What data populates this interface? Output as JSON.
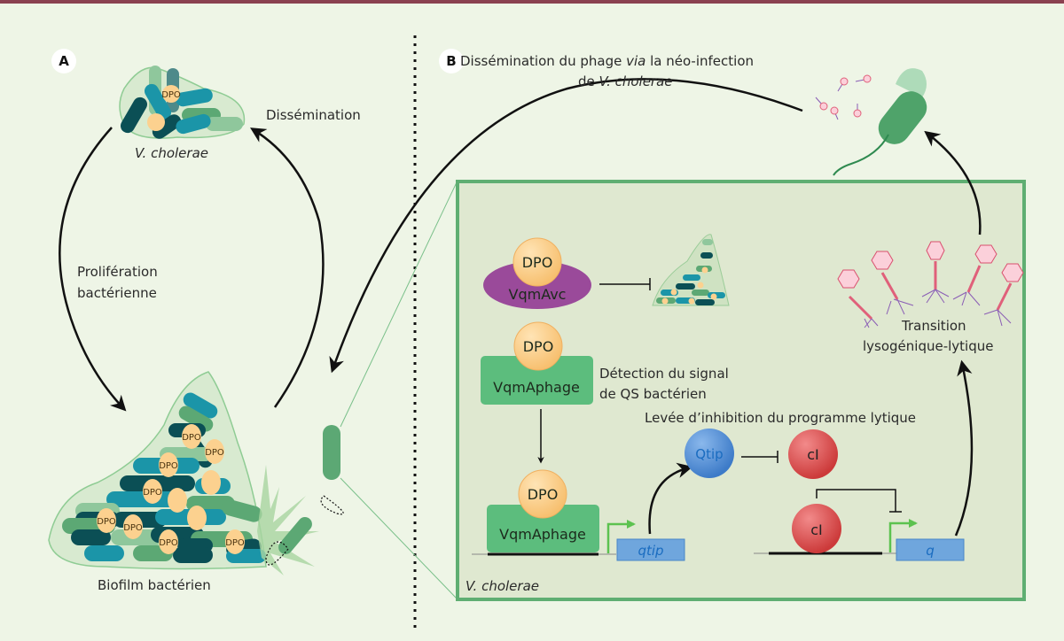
{
  "panel_a": {
    "badge": "A",
    "top_cluster_label": "V. cholerae",
    "dissemination_label": "Dissémination",
    "proliferation_label_line1": "Prolifération",
    "proliferation_label_line2": "bactérienne",
    "biofilm_label": "Biofilm bactérien",
    "dpo_tag": "DPO"
  },
  "panel_b": {
    "badge": "B",
    "title_part1": "Dissémination du phage ",
    "title_italic": "via",
    "title_part2": " la néo-infection",
    "title_line2_prefix": "de ",
    "title_line2_italic": "V. cholerae",
    "inset": {
      "cell_label": "V. cholerae",
      "dpo_label": "DPO",
      "vqmavc_label": "VqmAvc",
      "vqmaphage_label": "VqmAphage",
      "detection_line1": "Détection du signal",
      "detection_line2": "de QS bactérien",
      "levee_label": "Levée d’inhibition du programme lytique",
      "qtip_protein": "Qtip",
      "qtip_gene": "qtip",
      "ci_protein": "cI",
      "q_gene": "q",
      "transition_line1": "Transition",
      "transition_line2": "lysogénique-lytique"
    }
  },
  "colors": {
    "background": "#eef5e6",
    "inset_fill": "#dfe8d0",
    "inset_border": "#5fae72",
    "top_bar": "#8a4150",
    "dpo": "#fcd18f",
    "vqmavc": "#9a4a9a",
    "vqmaphage": "#5cbd7d",
    "qtip": "#5b96d8",
    "ci": "#e06060",
    "gene_box": "#6fa6dd",
    "promoter_arrow": "#5cc24f",
    "phage_head": "#d9506e",
    "phage_legs": "#8a5db5"
  }
}
